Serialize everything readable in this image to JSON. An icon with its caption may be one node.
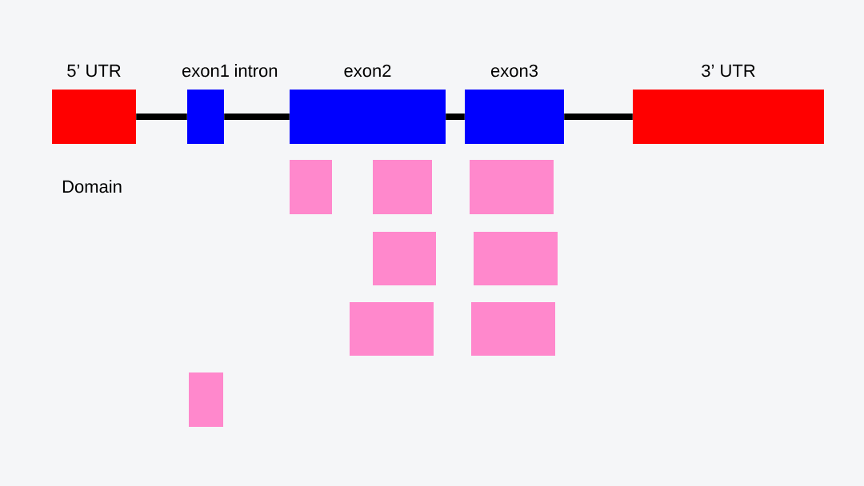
{
  "diagram": {
    "nodes": [
      {
        "text": [
          "5’ UTR"
        ]
      },
      {
        "text": [
          "exon1"
        ]
      },
      {
        "text": [
          "exon2"
        ]
      },
      {
        "text": [
          "exon3"
        ]
      },
      {
        "text": [
          "3’ UTR"
        ]
      },
      {
        "text": [],
        "shape": "box"
      },
      {
        "text": [],
        "shape": "box"
      },
      {
        "text": [],
        "shape": "box"
      },
      {
        "text": [],
        "shape": "box"
      },
      {
        "text": [],
        "shape": "box"
      },
      {
        "text": [],
        "shape": "box"
      },
      {
        "text": [],
        "shape": "box"
      },
      {
        "text": [],
        "shape": "box"
      }
    ],
    "edges": [
      {
        "from": 0,
        "to": 1,
        "arrow": "none"
      },
      {
        "from": 1,
        "to": 2,
        "arrow": "none"
      },
      {
        "from": 2,
        "to": 3,
        "arrow": "none"
      },
      {
        "from": 3,
        "to": 4,
        "arrow": "none"
      }
    ],
    "labels": [
      "intron",
      "Domain"
    ]
  }
}
